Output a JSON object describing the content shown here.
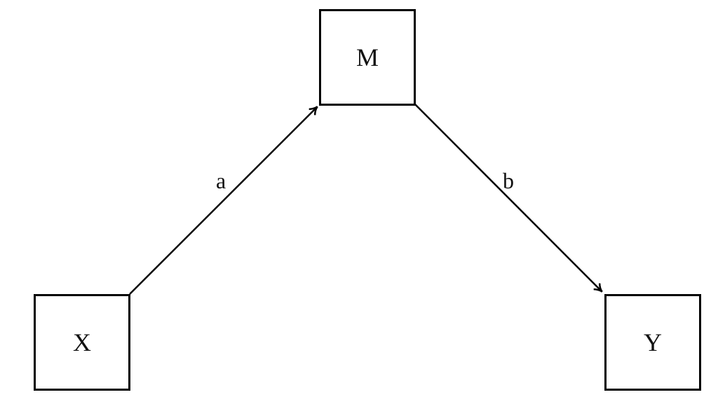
{
  "nodes": {
    "x": {
      "label": "X"
    },
    "m": {
      "label": "M"
    },
    "y": {
      "label": "Y"
    }
  },
  "edges": {
    "a": {
      "label": "a",
      "from": "X",
      "to": "M"
    },
    "b": {
      "label": "b",
      "from": "M",
      "to": "Y"
    }
  }
}
